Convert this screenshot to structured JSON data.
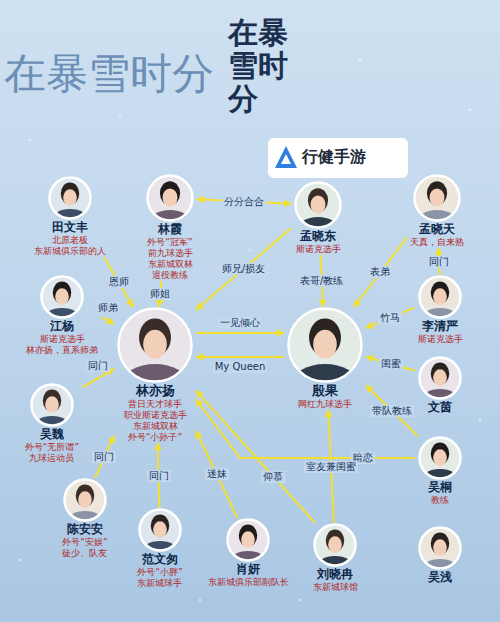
{
  "diagram": {
    "title": "在暴雪时分",
    "nodes": [
      {
        "text": [
          "田文丰",
          "北原老板",
          "东新城俱乐部的人"
        ]
      },
      {
        "text": [
          "林霞",
          "外号“冠军”",
          "前九球选手",
          "东新城双林",
          "退役教练"
        ]
      },
      {
        "text": [
          "孟晓东",
          "斯诺克选手"
        ]
      },
      {
        "text": [
          "孟晓天",
          "天真，自来熟"
        ]
      },
      {
        "text": [
          "江杨",
          "斯诺克选手",
          "林亦扬，直系师弟"
        ]
      },
      {
        "text": [
          "林亦扬",
          "昔日天才球手",
          "职业斯诺克选手",
          "东新城双林",
          "外号“小孙子”"
        ]
      },
      {
        "text": [
          "殷果",
          "网红九球选手"
        ]
      },
      {
        "text": [
          "李清严",
          "斯诺克选手"
        ]
      },
      {
        "text": [
          "吴魏",
          "外号“无所谓”",
          "九球运动员"
        ]
      },
      {
        "text": [
          "文茵"
        ]
      },
      {
        "text": [
          "吴桐",
          "教练"
        ]
      },
      {
        "text": [
          "陈安安",
          "外号“安娱”",
          "徒少、队友"
        ]
      },
      {
        "text": [
          "范文匆",
          "外号“小胖”",
          "东新城球手"
        ]
      },
      {
        "text": [
          "肖妍",
          "东新城俱乐部副队长"
        ]
      },
      {
        "text": [
          "刘晓冉",
          "东新城球馆"
        ]
      },
      {
        "text": [
          "吴浅"
        ]
      }
    ],
    "edges": [
      {
        "from": 0,
        "to": 5,
        "label": "恩师",
        "arrow": "to"
      },
      {
        "from": 1,
        "to": 5,
        "label": "师姐",
        "arrow": "to"
      },
      {
        "from": 1,
        "to": 2,
        "label": "分分合合",
        "arrow": "both"
      },
      {
        "from": 2,
        "to": 5,
        "label": "师兄/损友",
        "arrow": "to"
      },
      {
        "from": 2,
        "to": 6,
        "label": "表哥/教练",
        "arrow": "to"
      },
      {
        "from": 3,
        "to": 6,
        "label": "表弟",
        "arrow": "to"
      },
      {
        "from": 7,
        "to": 3,
        "label": "同门",
        "arrow": "to"
      },
      {
        "from": 7,
        "to": 6,
        "label": "竹马",
        "arrow": "to"
      },
      {
        "from": 4,
        "to": 5,
        "label": "师弟",
        "arrow": "to"
      },
      {
        "from": 5,
        "to": 6,
        "label": "一见倾心",
        "arrow": "to"
      },
      {
        "from": 6,
        "to": 5,
        "label": "My Queen",
        "arrow": "to"
      },
      {
        "from": 8,
        "to": 5,
        "label": "同门",
        "arrow": "to"
      },
      {
        "from": 9,
        "to": 6,
        "label": "闺蜜",
        "arrow": "to"
      },
      {
        "from": 10,
        "to": 6,
        "label": "带队教练",
        "arrow": "to"
      },
      {
        "from": 10,
        "to": 5,
        "label": "暗恋",
        "arrow": "to"
      },
      {
        "from": 11,
        "to": 5,
        "label": "同门",
        "arrow": "to"
      },
      {
        "from": 12,
        "to": 5,
        "label": "同门",
        "arrow": "to"
      },
      {
        "from": 13,
        "to": 5,
        "label": "迷妹",
        "arrow": "to"
      },
      {
        "from": 14,
        "to": 5,
        "label": "仰慕",
        "arrow": "to"
      },
      {
        "from": 14,
        "to": 6,
        "label": "室友兼闺蜜",
        "arrow": "to"
      }
    ],
    "labels": [
      "在暴雪时分",
      "行健手游"
    ]
  }
}
